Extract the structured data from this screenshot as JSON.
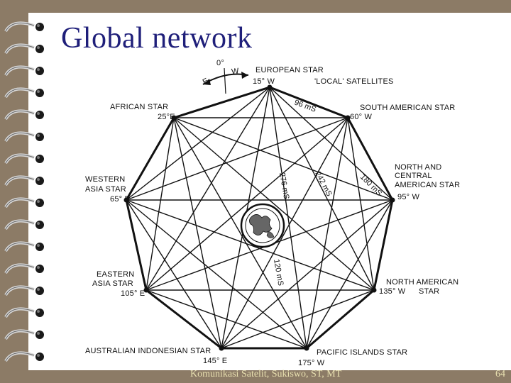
{
  "slide": {
    "title": "Global network",
    "footer": "Komunikasi Satelit, Sukiswo, ST, MT",
    "page_number": "64"
  },
  "diagram": {
    "compass": {
      "zero": "0°",
      "east": "E",
      "west": "W"
    },
    "local_satellites_label": "'LOCAL' SATELLITES",
    "satellites": [
      {
        "id": "european",
        "name_lines": [
          "EUROPEAN STAR"
        ],
        "position": "15° W"
      },
      {
        "id": "south-american",
        "name_lines": [
          "SOUTH AMERICAN STAR"
        ],
        "position": "60° W"
      },
      {
        "id": "north-central-american",
        "name_lines": [
          "NORTH AND",
          "CENTRAL",
          "AMERICAN STAR"
        ],
        "position": "95° W"
      },
      {
        "id": "north-american",
        "name_lines": [
          "NORTH AMERICAN",
          "STAR"
        ],
        "position": "135° W"
      },
      {
        "id": "pacific-islands",
        "name_lines": [
          "PACIFIC ISLANDS STAR"
        ],
        "position": "175° W"
      },
      {
        "id": "australian-indonesian",
        "name_lines": [
          "AUSTRALIAN INDONESIAN STAR"
        ],
        "position": "145° E"
      },
      {
        "id": "eastern-asia",
        "name_lines": [
          "EASTERN",
          "ASIA STAR"
        ],
        "position": "105° E"
      },
      {
        "id": "western-asia",
        "name_lines": [
          "WESTERN",
          "ASIA STAR"
        ],
        "position": "65° E"
      },
      {
        "id": "african",
        "name_lines": [
          "AFRICAN STAR"
        ],
        "position": "25°E"
      }
    ],
    "delays": {
      "d96": "96 mS",
      "d180": "180 mS",
      "d242": "242 mS",
      "d276": "276 mS",
      "d120": "120 mS"
    }
  }
}
